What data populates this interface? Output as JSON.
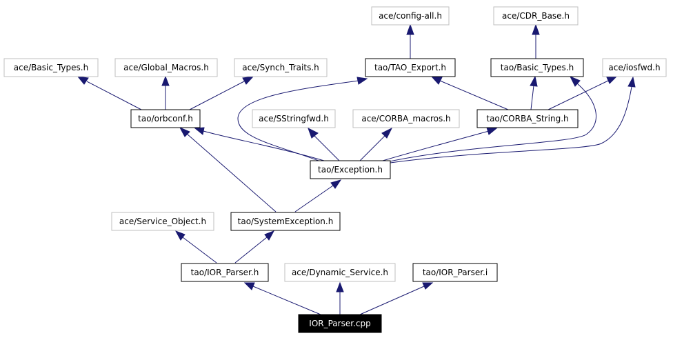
{
  "colors": {
    "edge": "#191970",
    "documented_border": "#000000",
    "external_border": "#bfbfbf",
    "root_fill": "#000000",
    "root_text": "#ffffff"
  },
  "nodes": {
    "config_all": "ace/config-all.h",
    "cdr_base": "ace/CDR_Base.h",
    "ace_basic_types": "ace/Basic_Types.h",
    "global_macros": "ace/Global_Macros.h",
    "synch_traits": "ace/Synch_Traits.h",
    "tao_export": "tao/TAO_Export.h",
    "tao_basic_types": "tao/Basic_Types.h",
    "iosfwd": "ace/iosfwd.h",
    "orbconf": "tao/orbconf.h",
    "sstringfwd": "ace/SStringfwd.h",
    "corba_macros": "ace/CORBA_macros.h",
    "corba_string": "tao/CORBA_String.h",
    "exception": "tao/Exception.h",
    "service_object": "ace/Service_Object.h",
    "system_exception": "tao/SystemException.h",
    "ior_parser_h": "tao/IOR_Parser.h",
    "dynamic_service": "ace/Dynamic_Service.h",
    "ior_parser_i": "tao/IOR_Parser.i",
    "ior_parser_cpp": "IOR_Parser.cpp"
  }
}
